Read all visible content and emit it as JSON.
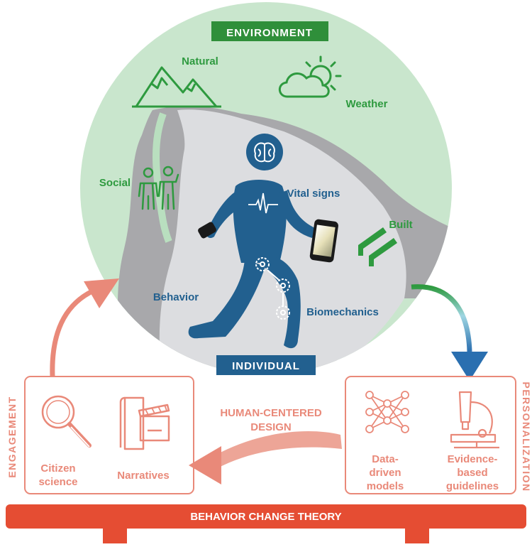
{
  "environment": {
    "title": "ENVIRONMENT",
    "labels": {
      "natural": "Natural",
      "weather": "Weather",
      "social": "Social",
      "built": "Built"
    }
  },
  "individual": {
    "title": "INDIVIDUAL",
    "labels": {
      "vital_signs": "Vital signs",
      "behavior": "Behavior",
      "biomechanics": "Biomechanics"
    }
  },
  "engagement": {
    "side_label": "ENGAGEMENT",
    "items": [
      {
        "label_lines": [
          "Citizen",
          "science"
        ],
        "icon": "magnifier-icon"
      },
      {
        "label_lines": [
          "Narratives"
        ],
        "icon": "book-clapper-icon"
      }
    ]
  },
  "center": {
    "label_lines": [
      "HUMAN-CENTERED",
      "DESIGN"
    ]
  },
  "personalization": {
    "side_label": "PERSONALIZATION",
    "items": [
      {
        "label_lines": [
          "Data-",
          "driven",
          "models"
        ],
        "icon": "neural-network-icon"
      },
      {
        "label_lines": [
          "Evidence-",
          "based",
          "guidelines"
        ],
        "icon": "microscope-icon"
      }
    ]
  },
  "foundation": {
    "label": "BEHAVIOR CHANGE THEORY"
  },
  "colors": {
    "green_label": "#2e9a3f",
    "green_banner": "#2f8f3a",
    "blue": "#22608f",
    "salmon": "#e98979",
    "red_bar": "#e54d33",
    "circle_bg": "#c9e6cd",
    "road": "#a8a8ab"
  }
}
